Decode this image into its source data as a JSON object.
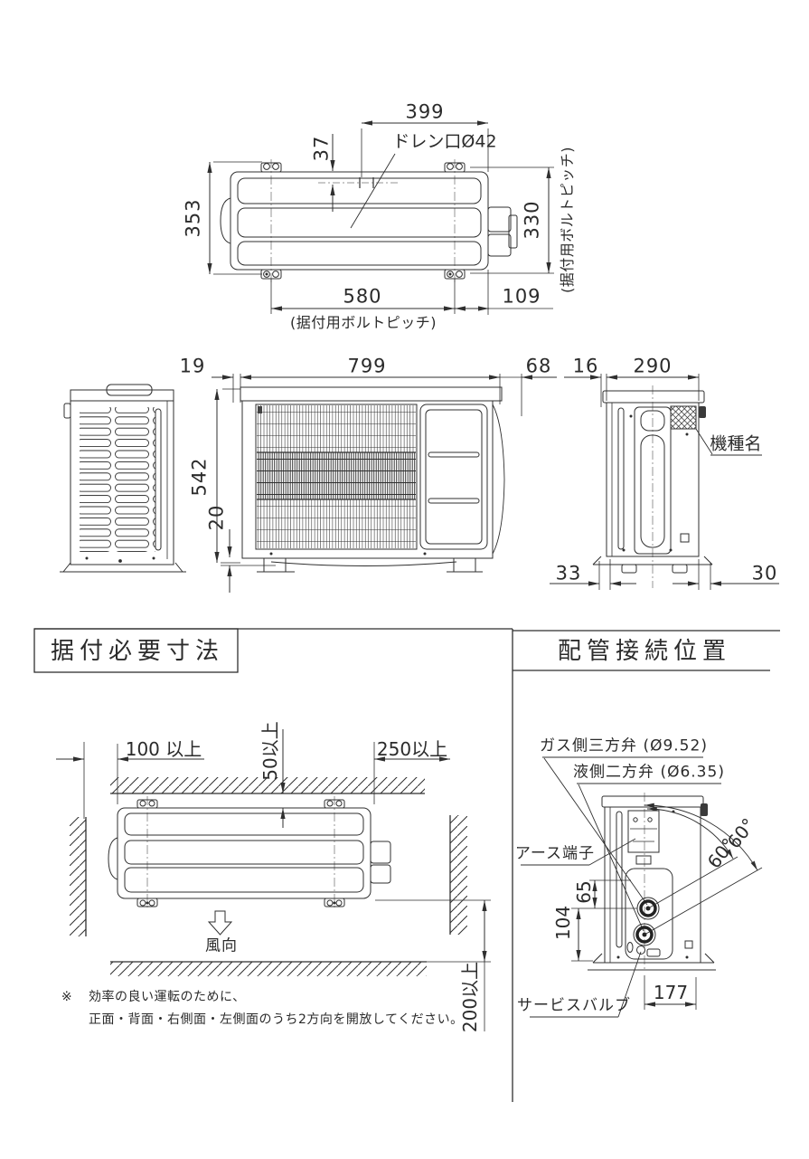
{
  "colors": {
    "line": "#2f2f2f",
    "text": "#2b2b2b",
    "background": "#ffffff"
  },
  "top_view": {
    "dim_width_drain": "399",
    "dim_drain_offset": "37",
    "drain_label": "ドレン口Ø42",
    "dim_depth": "353",
    "dim_bolt_pitch_side": "330",
    "bolt_pitch_note_side": "(据付用ボルトピッチ)",
    "dim_bolt_pitch_bottom": "580",
    "bolt_pitch_note_bottom": "(据付用ボルトピッチ)",
    "dim_right_offset": "109"
  },
  "front_views": {
    "dim_left_offset": "19",
    "dim_width": "799",
    "dim_side_offset": "68",
    "dim_back_offset": "16",
    "dim_depth": "290",
    "dim_height": "542",
    "dim_base_height": "20",
    "dim_foot_left": "33",
    "dim_foot_right": "30",
    "model_name_label": "機種名"
  },
  "installation": {
    "title": "据付必要寸法",
    "clearance_left": "100 以上",
    "clearance_back": "50以上",
    "clearance_right": "250以上",
    "clearance_front": "200以上",
    "wind_direction": "風向",
    "note_marker": "※",
    "note_line1": "効率の良い運転のために、",
    "note_line2": "正面・背面・右側面・左側面のうち2方向を開放してください。"
  },
  "piping": {
    "title": "配管接続位置",
    "gas_valve_label": "ガス側三方弁 (Ø9.52)",
    "liquid_valve_label": "液側二方弁 (Ø6.35)",
    "earth_terminal_label": "アース端子",
    "swing_angle_outer": "60°",
    "swing_angle_inner": "60°",
    "dim_valve_lower": "104",
    "dim_valve_gap": "65",
    "dim_valve_horizontal": "177",
    "service_valve_label": "サービスバルブ"
  }
}
